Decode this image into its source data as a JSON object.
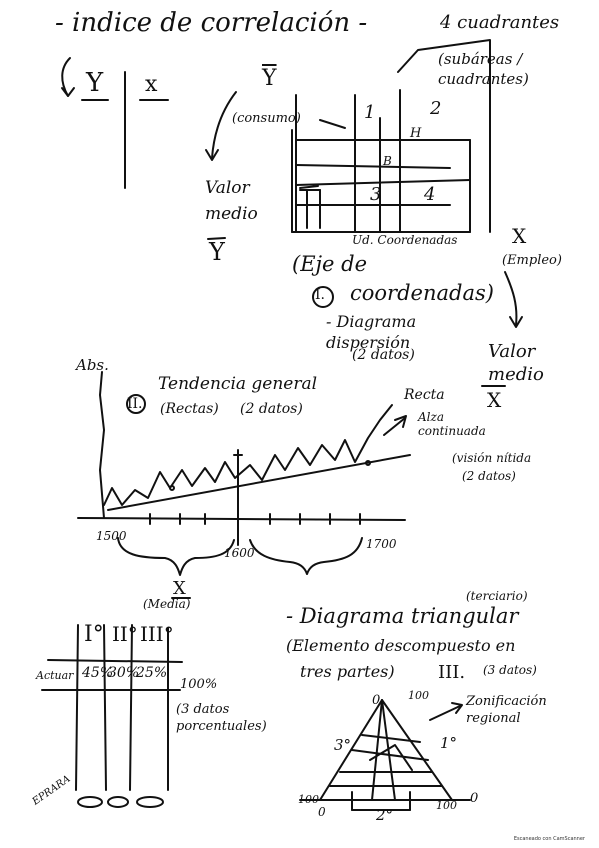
{
  "title": "- indice de correlación -",
  "top_left": {
    "y": "Y",
    "x": "x"
  },
  "quadrants": {
    "heading": "4 cuadrantes",
    "sub": "(subáreas / cuadrantes)",
    "ybar": "Y",
    "consumo": "(consumo)",
    "valor_medio": "Valor medio",
    "ybar2": "Y",
    "q1": "1",
    "q2": "2",
    "q3": "3",
    "q4": "4",
    "h": "H",
    "b": "B",
    "ud": "Ud. Coordenadas",
    "x": "X",
    "empleo": "(Empleo)",
    "eje": "(Eje de",
    "roman": "I.",
    "coordenadas": "coordenadas)",
    "diagrama": "- Diagrama dispersión",
    "datos": "(2 datos)",
    "valor_medio_x": "Valor medio",
    "xbar": "X"
  },
  "trend": {
    "abs": "Abs.",
    "roman": "II.",
    "tendencia": "Tendencia general",
    "rectas": "(Rectas)",
    "datos": "(2 datos)",
    "recta": "Recta",
    "alza": "Alza continuada",
    "vision": "(visión nítida",
    "datos2": "(2 datos)",
    "t1500": "1500",
    "t1600": "1600",
    "t1700": "1700",
    "xbar": "X",
    "media": "(Media)"
  },
  "table": {
    "c1": "I°",
    "c2": "II°",
    "c3": "III°",
    "row": "Actuar",
    "v1": "45%",
    "v2": "30%",
    "v3": "25%",
    "total": "100%",
    "note": "(3 datos porcentuales)",
    "sign": "EPRARA"
  },
  "triangle": {
    "terciario": "(terciario)",
    "heading": "- Diagrama triangular",
    "sub1": "(Elemento descompuesto en",
    "sub2": "tres partes)",
    "roman": "III.",
    "datos": "(3 datos)",
    "region": "Zonificación regional",
    "top0": "0",
    "top100": "100",
    "l3": "3°",
    "r1": "1°",
    "b2": "2°",
    "bl100": "100",
    "bl0": "0",
    "br100": "100",
    "br0": "0"
  },
  "footer": "Escaneado con CamScanner"
}
